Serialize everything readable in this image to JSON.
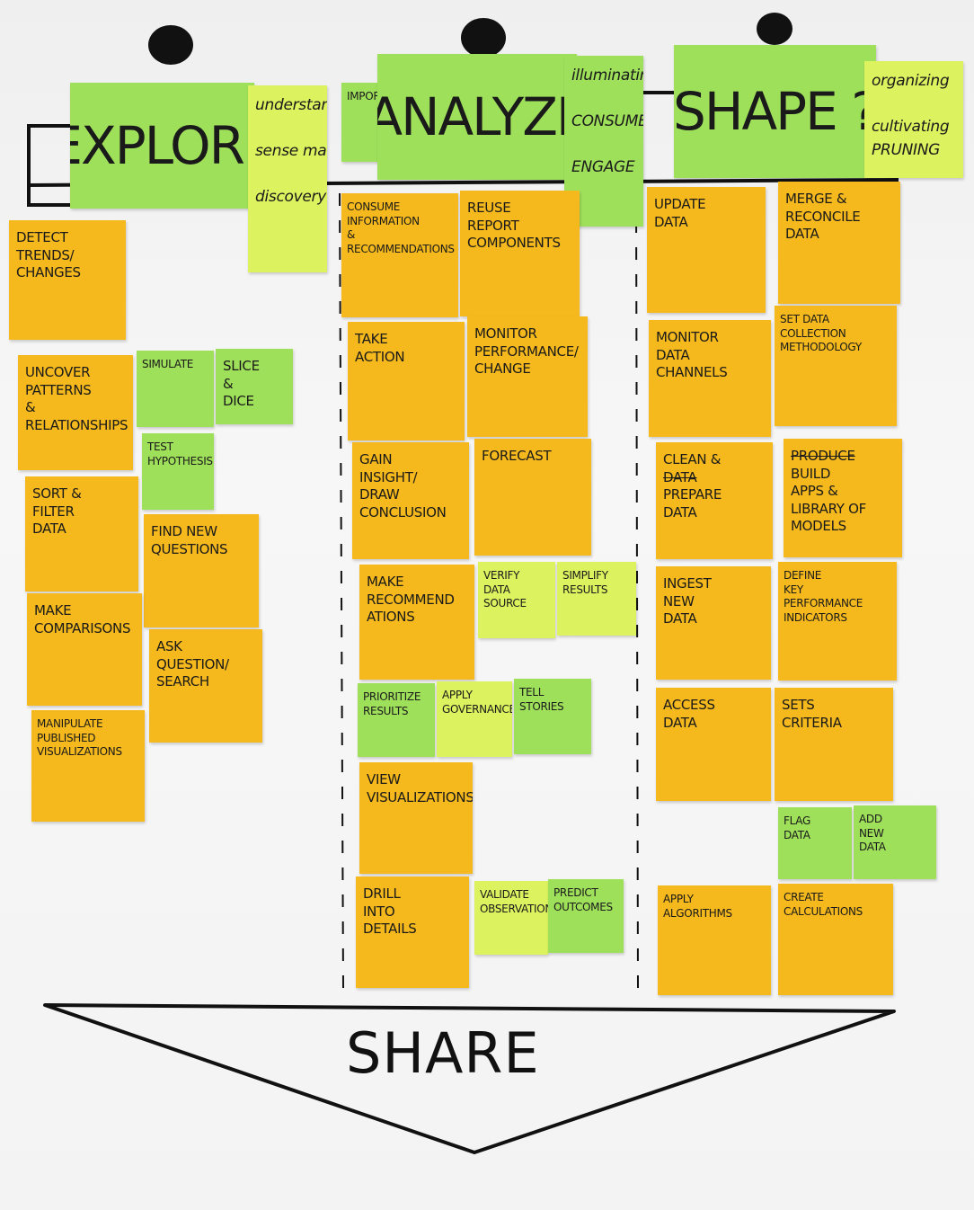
{
  "colors": {
    "orange": "#f5b91d",
    "green": "#9fe05b",
    "light": "#dcf25e",
    "ink": "#111111",
    "board": "#f3f3f3"
  },
  "share_label": "SHARE",
  "notes": [
    {
      "id": "explore-header",
      "color": "green",
      "kind": "header",
      "lines": [
        "EXPLORE"
      ]
    },
    {
      "id": "explore-words",
      "color": "light",
      "kind": "words",
      "lines": [
        "understanding",
        "",
        "sense making",
        "",
        "discovery"
      ]
    },
    {
      "id": "impor-note",
      "color": "green",
      "kind": "small",
      "lines": [
        "impor"
      ]
    },
    {
      "id": "analyze-header",
      "color": "green",
      "kind": "header",
      "lines": [
        "ANALYZE"
      ]
    },
    {
      "id": "analyze-words",
      "color": "green",
      "kind": "words",
      "lines": [
        "illuminating",
        "",
        "CONSUME",
        "",
        "ENGAGE"
      ]
    },
    {
      "id": "shape-header",
      "color": "green",
      "kind": "header",
      "lines": [
        "SHAPE ?"
      ]
    },
    {
      "id": "shape-words",
      "color": "light",
      "kind": "words",
      "lines": [
        "organizing",
        "",
        "cultivating",
        "PRUNING"
      ]
    },
    {
      "id": "detect-trends",
      "color": "orange",
      "lines": [
        "DETECT",
        "TRENDS/",
        "CHANGES"
      ]
    },
    {
      "id": "uncover-patterns",
      "color": "orange",
      "lines": [
        "UNCOVER",
        "PATTERNS",
        "&",
        "RELATIONSHIPS"
      ]
    },
    {
      "id": "simulate",
      "color": "green",
      "kind": "small",
      "lines": [
        "SIMULATE"
      ]
    },
    {
      "id": "slice-dice",
      "color": "green",
      "lines": [
        "SLICE",
        "&",
        "DICE"
      ]
    },
    {
      "id": "test-hypothesis",
      "color": "green",
      "kind": "small",
      "lines": [
        "TEST",
        "HYPOTHESIS"
      ]
    },
    {
      "id": "sort-filter",
      "color": "orange",
      "lines": [
        "SORT &",
        "FILTER",
        "DATA"
      ]
    },
    {
      "id": "find-questions",
      "color": "orange",
      "lines": [
        "FIND NEW",
        "QUESTIONS"
      ]
    },
    {
      "id": "make-comparisons",
      "color": "orange",
      "lines": [
        "MAKE",
        "COMPARISONS"
      ]
    },
    {
      "id": "ask-question",
      "color": "orange",
      "lines": [
        "ASK",
        "QUESTION/",
        "SEARCH"
      ]
    },
    {
      "id": "manipulate-viz",
      "color": "orange",
      "kind": "small",
      "lines": [
        "MANIPULATE",
        "PUBLISHED",
        "VISUALIZATIONS"
      ]
    },
    {
      "id": "consume-info",
      "color": "orange",
      "kind": "small",
      "lines": [
        "CONSUME",
        "INFORMATION",
        "&",
        "RECOMMENDATIONS"
      ]
    },
    {
      "id": "reuse-report",
      "color": "orange",
      "lines": [
        "REUSE",
        "REPORT",
        "COMPONENTS"
      ]
    },
    {
      "id": "take-action",
      "color": "orange",
      "lines": [
        "TAKE",
        "ACTION"
      ]
    },
    {
      "id": "monitor-performance",
      "color": "orange",
      "lines": [
        "MONITOR",
        "PERFORMANCE/",
        "CHANGE"
      ]
    },
    {
      "id": "gain-insight",
      "color": "orange",
      "lines": [
        "GAIN",
        "INSIGHT/",
        "DRAW",
        "CONCLUSION"
      ]
    },
    {
      "id": "forecast",
      "color": "orange",
      "lines": [
        "FORECAST"
      ]
    },
    {
      "id": "make-recommendations",
      "color": "orange",
      "lines": [
        "MAKE",
        "RECOMMEND",
        "ATIONS"
      ]
    },
    {
      "id": "verify-source",
      "color": "light",
      "kind": "small",
      "lines": [
        "VERIFY",
        "DATA",
        "SOURCE"
      ]
    },
    {
      "id": "simplify-results",
      "color": "light",
      "kind": "small",
      "lines": [
        "SIMPLIFY",
        "RESULTS"
      ]
    },
    {
      "id": "prioritize-results",
      "color": "green",
      "kind": "small",
      "lines": [
        "PRIORITIZE",
        "RESULTS"
      ]
    },
    {
      "id": "apply-governance",
      "color": "light",
      "kind": "small",
      "lines": [
        "APPLY",
        "GOVERNANCE"
      ]
    },
    {
      "id": "tell-stories",
      "color": "green",
      "kind": "small",
      "lines": [
        "TELL",
        "STORIES"
      ]
    },
    {
      "id": "view-viz",
      "color": "orange",
      "lines": [
        "VIEW",
        "VISUALIZATIONS"
      ]
    },
    {
      "id": "drill-details",
      "color": "orange",
      "lines": [
        "DRILL",
        "INTO",
        "DETAILS"
      ]
    },
    {
      "id": "validate-observation",
      "color": "light",
      "kind": "small",
      "lines": [
        "VALIDATE",
        "OBSERVATION"
      ]
    },
    {
      "id": "predict-outcomes",
      "color": "green",
      "kind": "small",
      "lines": [
        "PREDICT",
        "OUTCOMES"
      ]
    },
    {
      "id": "update-data",
      "color": "orange",
      "lines": [
        "UPDATE",
        "DATA"
      ]
    },
    {
      "id": "merge-reconcile",
      "color": "orange",
      "lines": [
        "MERGE &",
        "RECONCILE",
        "DATA"
      ]
    },
    {
      "id": "monitor-channels",
      "color": "orange",
      "lines": [
        "MONITOR",
        "DATA",
        "CHANNELS"
      ]
    },
    {
      "id": "set-collection",
      "color": "orange",
      "kind": "small",
      "lines": [
        "SET DATA",
        "COLLECTION",
        "METHODOLOGY"
      ]
    },
    {
      "id": "clean-prepare",
      "color": "orange",
      "lines": [
        "CLEAN &",
        "DATA",
        "PREPARE",
        "DATA"
      ],
      "struck": [
        1
      ]
    },
    {
      "id": "build-apps",
      "color": "orange",
      "lines": [
        "PRODUCE",
        "BUILD",
        "APPS &",
        "LIBRARY OF",
        "MODELS"
      ],
      "struck": [
        0
      ]
    },
    {
      "id": "ingest-data",
      "color": "orange",
      "lines": [
        "INGEST",
        "NEW",
        "DATA"
      ]
    },
    {
      "id": "define-kpi",
      "color": "orange",
      "kind": "small",
      "lines": [
        "DEFINE",
        "KEY",
        "PERFORMANCE",
        "INDICATORS"
      ]
    },
    {
      "id": "access-data",
      "color": "orange",
      "lines": [
        "ACCESS",
        "DATA"
      ]
    },
    {
      "id": "sets-criteria",
      "color": "orange",
      "lines": [
        "SETS",
        "CRITERIA"
      ]
    },
    {
      "id": "flag-data",
      "color": "green",
      "kind": "small",
      "lines": [
        "FLAG",
        "DATA"
      ]
    },
    {
      "id": "add-new-data",
      "color": "green",
      "kind": "small",
      "lines": [
        "ADD",
        "NEW",
        "DATA"
      ]
    },
    {
      "id": "apply-algorithms",
      "color": "orange",
      "kind": "small",
      "lines": [
        "APPLY",
        "ALGORITHMS"
      ]
    },
    {
      "id": "create-calculations",
      "color": "orange",
      "kind": "small",
      "lines": [
        "CREATE",
        "CALCULATIONS"
      ]
    }
  ]
}
